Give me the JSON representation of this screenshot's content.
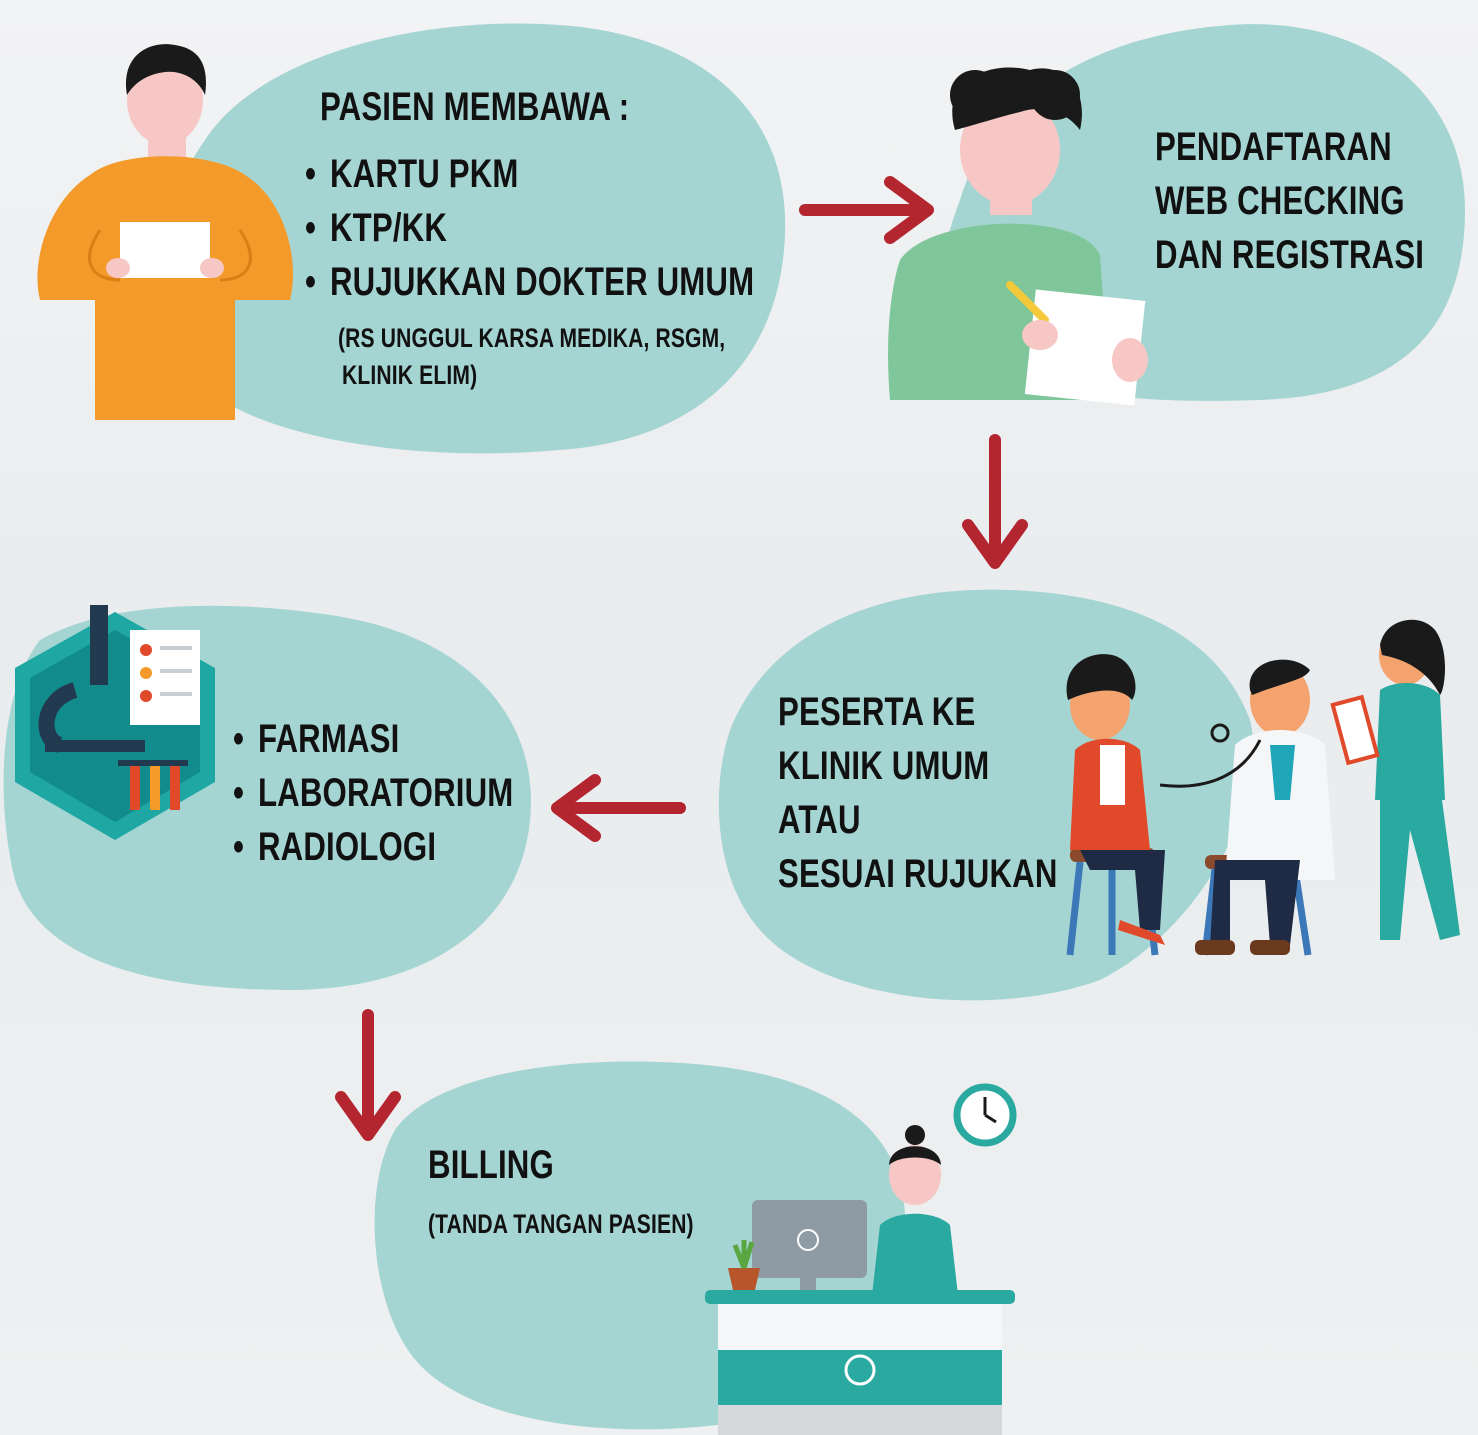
{
  "step1": {
    "heading": "PASIEN MEMBAWA :",
    "items": [
      "KARTU PKM",
      "KTP/KK",
      "RUJUKKAN DOKTER UMUM"
    ],
    "note_line1": "(RS UNGGUL KARSA MEDIKA, RSGM,",
    "note_line2": "KLINIK ELIM)"
  },
  "step2": {
    "lines": [
      "PENDAFTARAN",
      "WEB CHECKING",
      "DAN REGISTRASI"
    ]
  },
  "step3": {
    "lines": [
      "PESERTA KE",
      "KLINIK UMUM",
      "ATAU",
      "SESUAI RUJUKAN"
    ]
  },
  "step4": {
    "items": [
      "FARMASI",
      "LABORATORIUM",
      "RADIOLOGI"
    ]
  },
  "step5": {
    "heading": "BILLING",
    "note": "(TANDA TANGAN PASIEN)"
  },
  "colors": {
    "blob": "#a5d5d3",
    "arrow": "#b3252f",
    "orange": "#f49a2a",
    "green": "#7fc79a",
    "teal": "#2aa9a0",
    "navy": "#1f2a44"
  }
}
